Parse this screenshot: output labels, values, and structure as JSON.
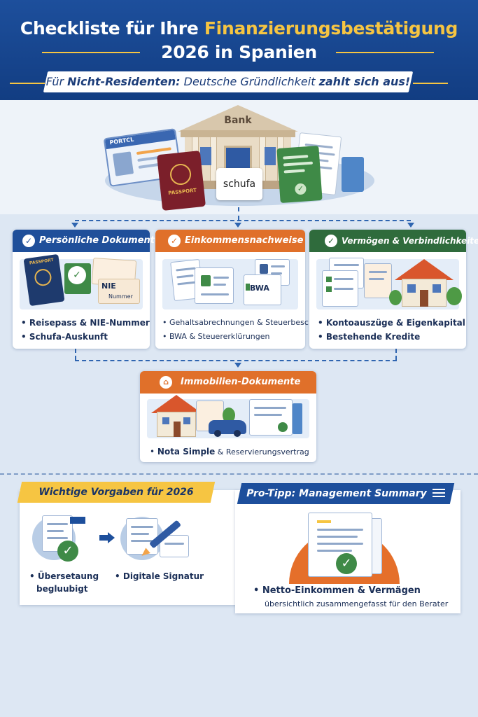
{
  "header": {
    "title_pre": "Checkliste für Ihre ",
    "title_highlight": "Finanzierungsbestätigung",
    "title_line2": "2026 in Spanien",
    "subtitle_pre": "Für ",
    "subtitle_bold1": "Nicht-Residenten:",
    "subtitle_mid": " Deutsche Gründlichkeit ",
    "subtitle_bold2": "zahlt sich aus!"
  },
  "hero": {
    "bank_label": "Bank",
    "card_label": "PORTCL",
    "passport_label": "PASSPORT",
    "schufa_label": "schufa"
  },
  "cards": {
    "personal": {
      "title": "Persönliche Dokumente",
      "passport_label": "PASSPORT",
      "nie_label": "NIE",
      "nummer_label": "Nummer",
      "items": [
        "Reisepass & NIE-Nummer",
        "Schufa-Auskunft"
      ]
    },
    "income": {
      "title": "Einkommensnachweise",
      "bwa_label": "BWA",
      "items": [
        "Gehaltsabrechnungen & Steuerbescheid",
        "BWA & Steuererklürungen"
      ]
    },
    "assets": {
      "title": "Vermögen & Verbindlichkeiten",
      "items": [
        "Kontoauszüge & Eigenkapital",
        "Bestehende Kredite"
      ]
    },
    "property": {
      "title": "Immobilien-Dokumente",
      "item_bold": "Nota Simple",
      "item_rest": " & Reservierungsvertrag"
    }
  },
  "requirements": {
    "title": "Wichtige Vorgaben für 2026",
    "item1_line1": "Übersetaung",
    "item1_line2": "begluubigt",
    "item2": "Digitale Signatur"
  },
  "protip": {
    "title": "Pro-Tipp: Management Summary",
    "item_bold": "Netto-Einkommen & Vermägen",
    "item_sub": "übersichtlich zusammengefasst für den Berater"
  },
  "colors": {
    "header_blue": "#1d4f9c",
    "highlight_yellow": "#f6c542",
    "personal_blue": "#1f4f9a",
    "income_orange": "#e0702a",
    "assets_green": "#2f6b3c",
    "property_orange": "#e0702a",
    "check_green": "#3f8a47"
  },
  "icons": [
    "check-icon",
    "bank-icon",
    "passport-icon",
    "id-card-icon",
    "schufa-icon",
    "document-icon",
    "house-icon",
    "car-icon",
    "pen-icon",
    "arrow-right-icon",
    "menu-lines-icon"
  ]
}
